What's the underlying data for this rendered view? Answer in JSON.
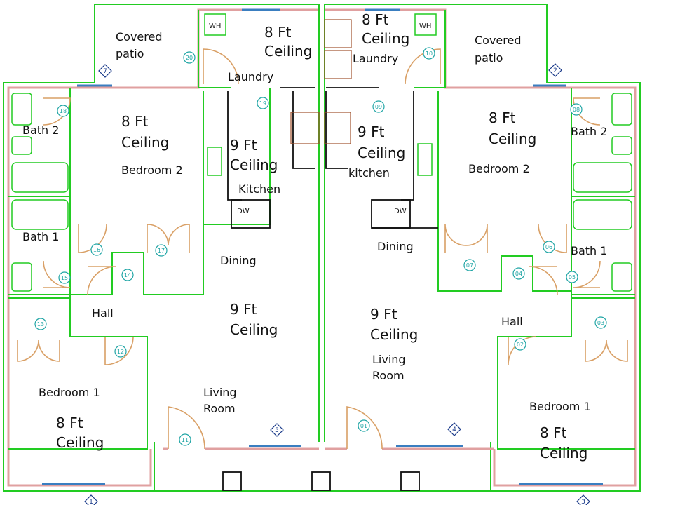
{
  "labels": {
    "covered_patio_left": [
      "Covered",
      "patio"
    ],
    "covered_patio_right": [
      "Covered",
      "patio"
    ],
    "wh_left": "WH",
    "wh_right": "WH",
    "ceiling_8_laundry_left": [
      "8  Ft",
      "Ceiling"
    ],
    "ceiling_8_laundry_right": [
      "8  Ft",
      "Ceiling"
    ],
    "laundry_left": "Laundry",
    "laundry_right": "Laundry",
    "ceiling_8_bed2_left": [
      "8  Ft",
      "Ceiling"
    ],
    "bedroom2_left": "Bedroom  2",
    "ceiling_8_bed2_right": [
      "8  Ft",
      "Ceiling"
    ],
    "bedroom2_right": "Bedroom  2",
    "ceiling_9_kitchen_left": [
      "9  Ft",
      "Ceiling"
    ],
    "kitchen_left": "Kitchen",
    "ceiling_9_kitchen_right": [
      "9  Ft",
      "Ceiling"
    ],
    "kitchen_right": "kitchen",
    "dw_left": "DW",
    "dw_right": "DW",
    "bath2_left": "Bath  2",
    "bath2_right": "Bath  2",
    "bath1_left": "Bath  1",
    "bath1_right": "Bath  1",
    "dining_left": "Dining",
    "dining_right": "Dining",
    "ceiling_9_living_left": [
      "9  Ft",
      "Ceiling"
    ],
    "ceiling_9_living_right": [
      "9  Ft",
      "Ceiling"
    ],
    "hall_left": "Hall",
    "hall_right": "Hall",
    "living_left": [
      "Living",
      "Room"
    ],
    "living_right": [
      "Living",
      "Room"
    ],
    "bedroom1_left": "Bedroom  1",
    "ceiling_8_bed1_left": [
      "8  Ft",
      "Ceiling"
    ],
    "bedroom1_right": "Bedroom  1",
    "ceiling_8_bed1_right": [
      "8  Ft",
      "Ceiling"
    ]
  },
  "door_tags": [
    "20",
    "19",
    "18",
    "17",
    "16",
    "15",
    "14",
    "13",
    "12",
    "11",
    "10",
    "09",
    "08",
    "07",
    "06",
    "05",
    "04",
    "03",
    "02",
    "01"
  ],
  "window_tags": [
    "7",
    "2",
    "5",
    "4",
    "1",
    "3"
  ],
  "colors": {
    "wall_green": "#22cc22",
    "wall_pink": "#e0a0a0",
    "window_blue": "#3a7ec0",
    "door_orange": "#d9a066",
    "tag_teal": "#1fa5a5",
    "marker_navy": "#1a3a8a"
  }
}
